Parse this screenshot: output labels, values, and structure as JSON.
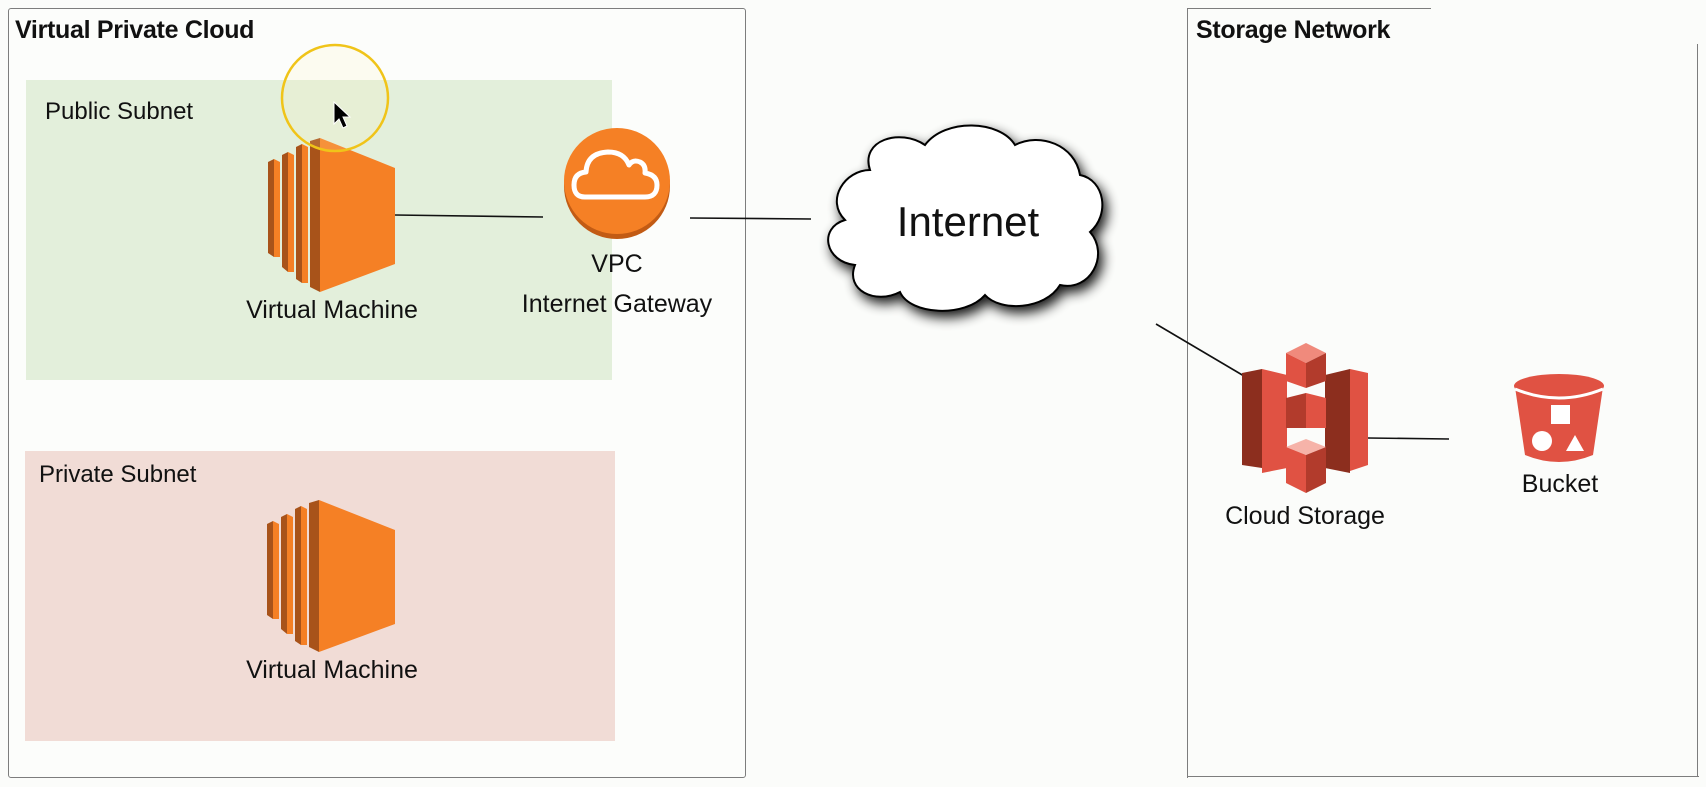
{
  "vpc": {
    "title": "Virtual Private Cloud",
    "public_subnet": {
      "label": "Public Subnet",
      "vm_label": "Virtual Machine",
      "gateway_label_line1": "VPC",
      "gateway_label_line2": "Internet Gateway"
    },
    "private_subnet": {
      "label": "Private Subnet",
      "vm_label": "Virtual Machine"
    }
  },
  "internet": {
    "label": "Internet"
  },
  "storage_network": {
    "title": "Storage Network",
    "storage_label": "Cloud Storage",
    "bucket_label": "Bucket"
  },
  "colors": {
    "public_subnet_fill": "#e3efdb",
    "private_subnet_fill": "#f1dcd6",
    "compute_orange": "#f58025",
    "storage_red": "#e05243",
    "cursor_highlight": "#f0c419"
  },
  "icons": {
    "vm": "ec2-instance-icon",
    "gateway": "internet-gateway-icon",
    "cloud": "internet-cloud-icon",
    "storage": "s3-storage-icon",
    "bucket": "s3-bucket-icon",
    "cursor": "mouse-pointer-icon"
  }
}
